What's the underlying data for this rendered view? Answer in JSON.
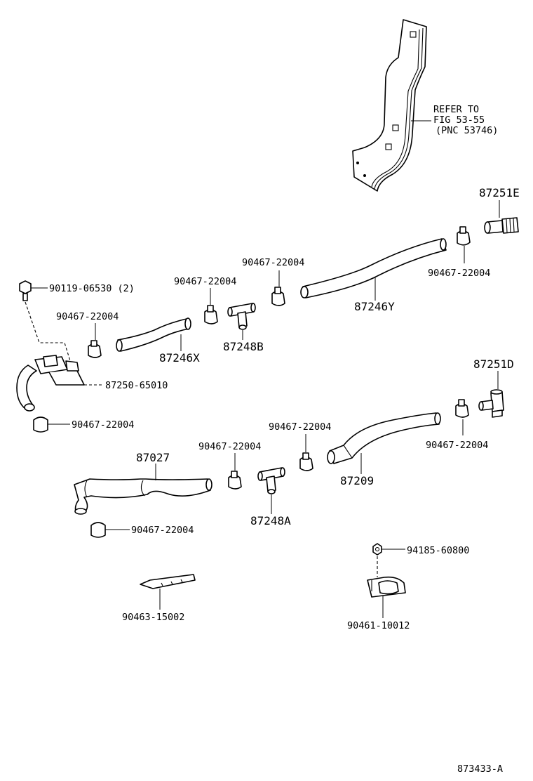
{
  "labels": {
    "refer_line1": "REFER TO",
    "refer_line2": "FIG 53-55",
    "refer_line3": "(PNC 53746)",
    "p87251E": "87251E",
    "p90467_r1": "90467-22004",
    "p90467_top_mid": "90467-22004",
    "p90467_top_left": "90467-22004",
    "p87246Y": "87246Y",
    "p90119": "90119-06530 (2)",
    "p90467_left_upper": "90467-22004",
    "p87248B": "87248B",
    "p87246X": "87246X",
    "p87250": "87250-65010",
    "p87251D": "87251D",
    "p90467_left_mid": "90467-22004",
    "p90467_mid_right": "90467-22004",
    "p90467_mid_left": "90467-22004",
    "p90467_r2": "90467-22004",
    "p87027": "87027",
    "p87209": "87209",
    "p87248A": "87248A",
    "p90467_bottom": "90467-22004",
    "p94185": "94185-60800",
    "p90463": "90463-15002",
    "p90461": "90461-10012",
    "fig_id": "873433-A"
  }
}
